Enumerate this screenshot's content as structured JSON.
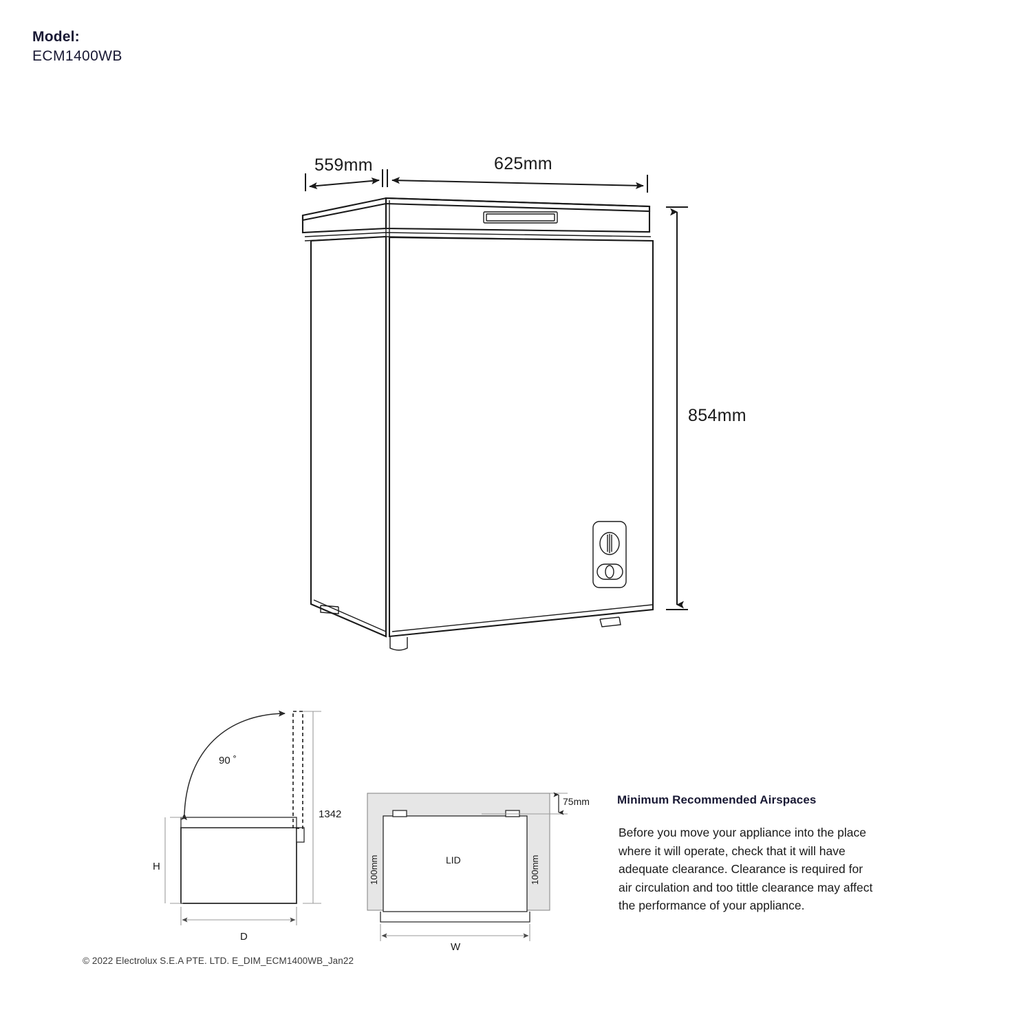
{
  "header": {
    "model_label": "Model:",
    "model_value": "ECM1400WB"
  },
  "main_view": {
    "name": "chest-freezer-isometric",
    "dimensions": {
      "depth": "559mm",
      "width": "625mm",
      "height": "854mm"
    },
    "parts": {
      "lid_handle": "lid-handle-recess",
      "control_panel": "thermostat-control-panel",
      "thermostat_dial": "thermostat-dial",
      "indicator_light": "indicator-light"
    }
  },
  "side_view": {
    "name": "lid-opening-side-view",
    "angle_label": "90 ˚",
    "open_height": "1342",
    "height_label": "H",
    "depth_label": "D"
  },
  "top_view": {
    "name": "airspace-top-view",
    "lid_label": "LID",
    "clearance_left": "100mm",
    "clearance_right": "100mm",
    "clearance_rear": "75mm",
    "width_label": "W"
  },
  "airspaces": {
    "heading": "Minimum Recommended Airspaces",
    "body": "Before you move your appliance into the place where it will operate, check that it will have  adequate clearance. Clearance is required for air circulation and too tittle clearance may affect the performance of your appliance."
  },
  "footer": {
    "copyright": "© 2022 Electrolux S.E.A PTE. LTD. E_DIM_ECM1400WB_Jan22"
  },
  "colors": {
    "brand_navy": "#191934",
    "line": "#1a1a1a",
    "clearance_fill": "#e6e6e6",
    "dimension_grey": "#9a9a9a"
  }
}
